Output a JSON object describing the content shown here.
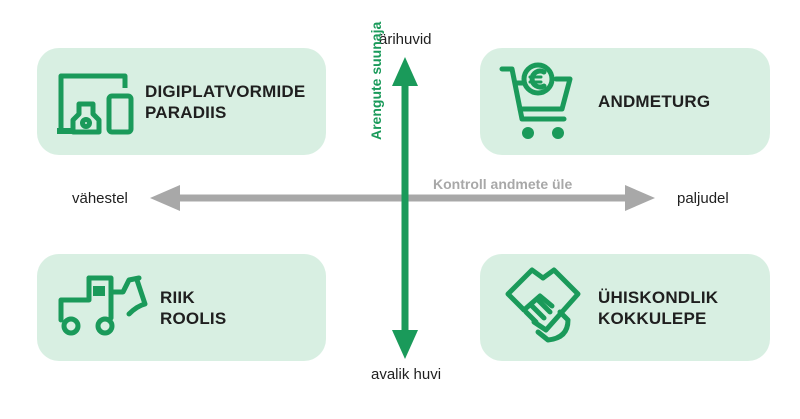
{
  "colors": {
    "accent_green": "#1a9a5a",
    "card_bg": "#d8efe2",
    "horizontal_axis_gray": "#a8a8a8"
  },
  "axes": {
    "vertical": {
      "title": "Arengute suunaja",
      "top_label": "ärihuvid",
      "bottom_label": "avalik huvi"
    },
    "horizontal": {
      "title": "Kontroll andmete üle",
      "left_label": "vähestel",
      "right_label": "paljudel"
    }
  },
  "quadrants": [
    {
      "label": "DIGIPLATVORMIDE\nPARADIIS",
      "icon": "devices-icon"
    },
    {
      "label": "ANDMETURG",
      "icon": "shopping-cart-euro-icon"
    },
    {
      "label": "RIIK\nROOLIS",
      "icon": "tractor-icon"
    },
    {
      "label": "ÜHISKONDLIK\nKOKKULEPE",
      "icon": "handshake-icon"
    }
  ]
}
